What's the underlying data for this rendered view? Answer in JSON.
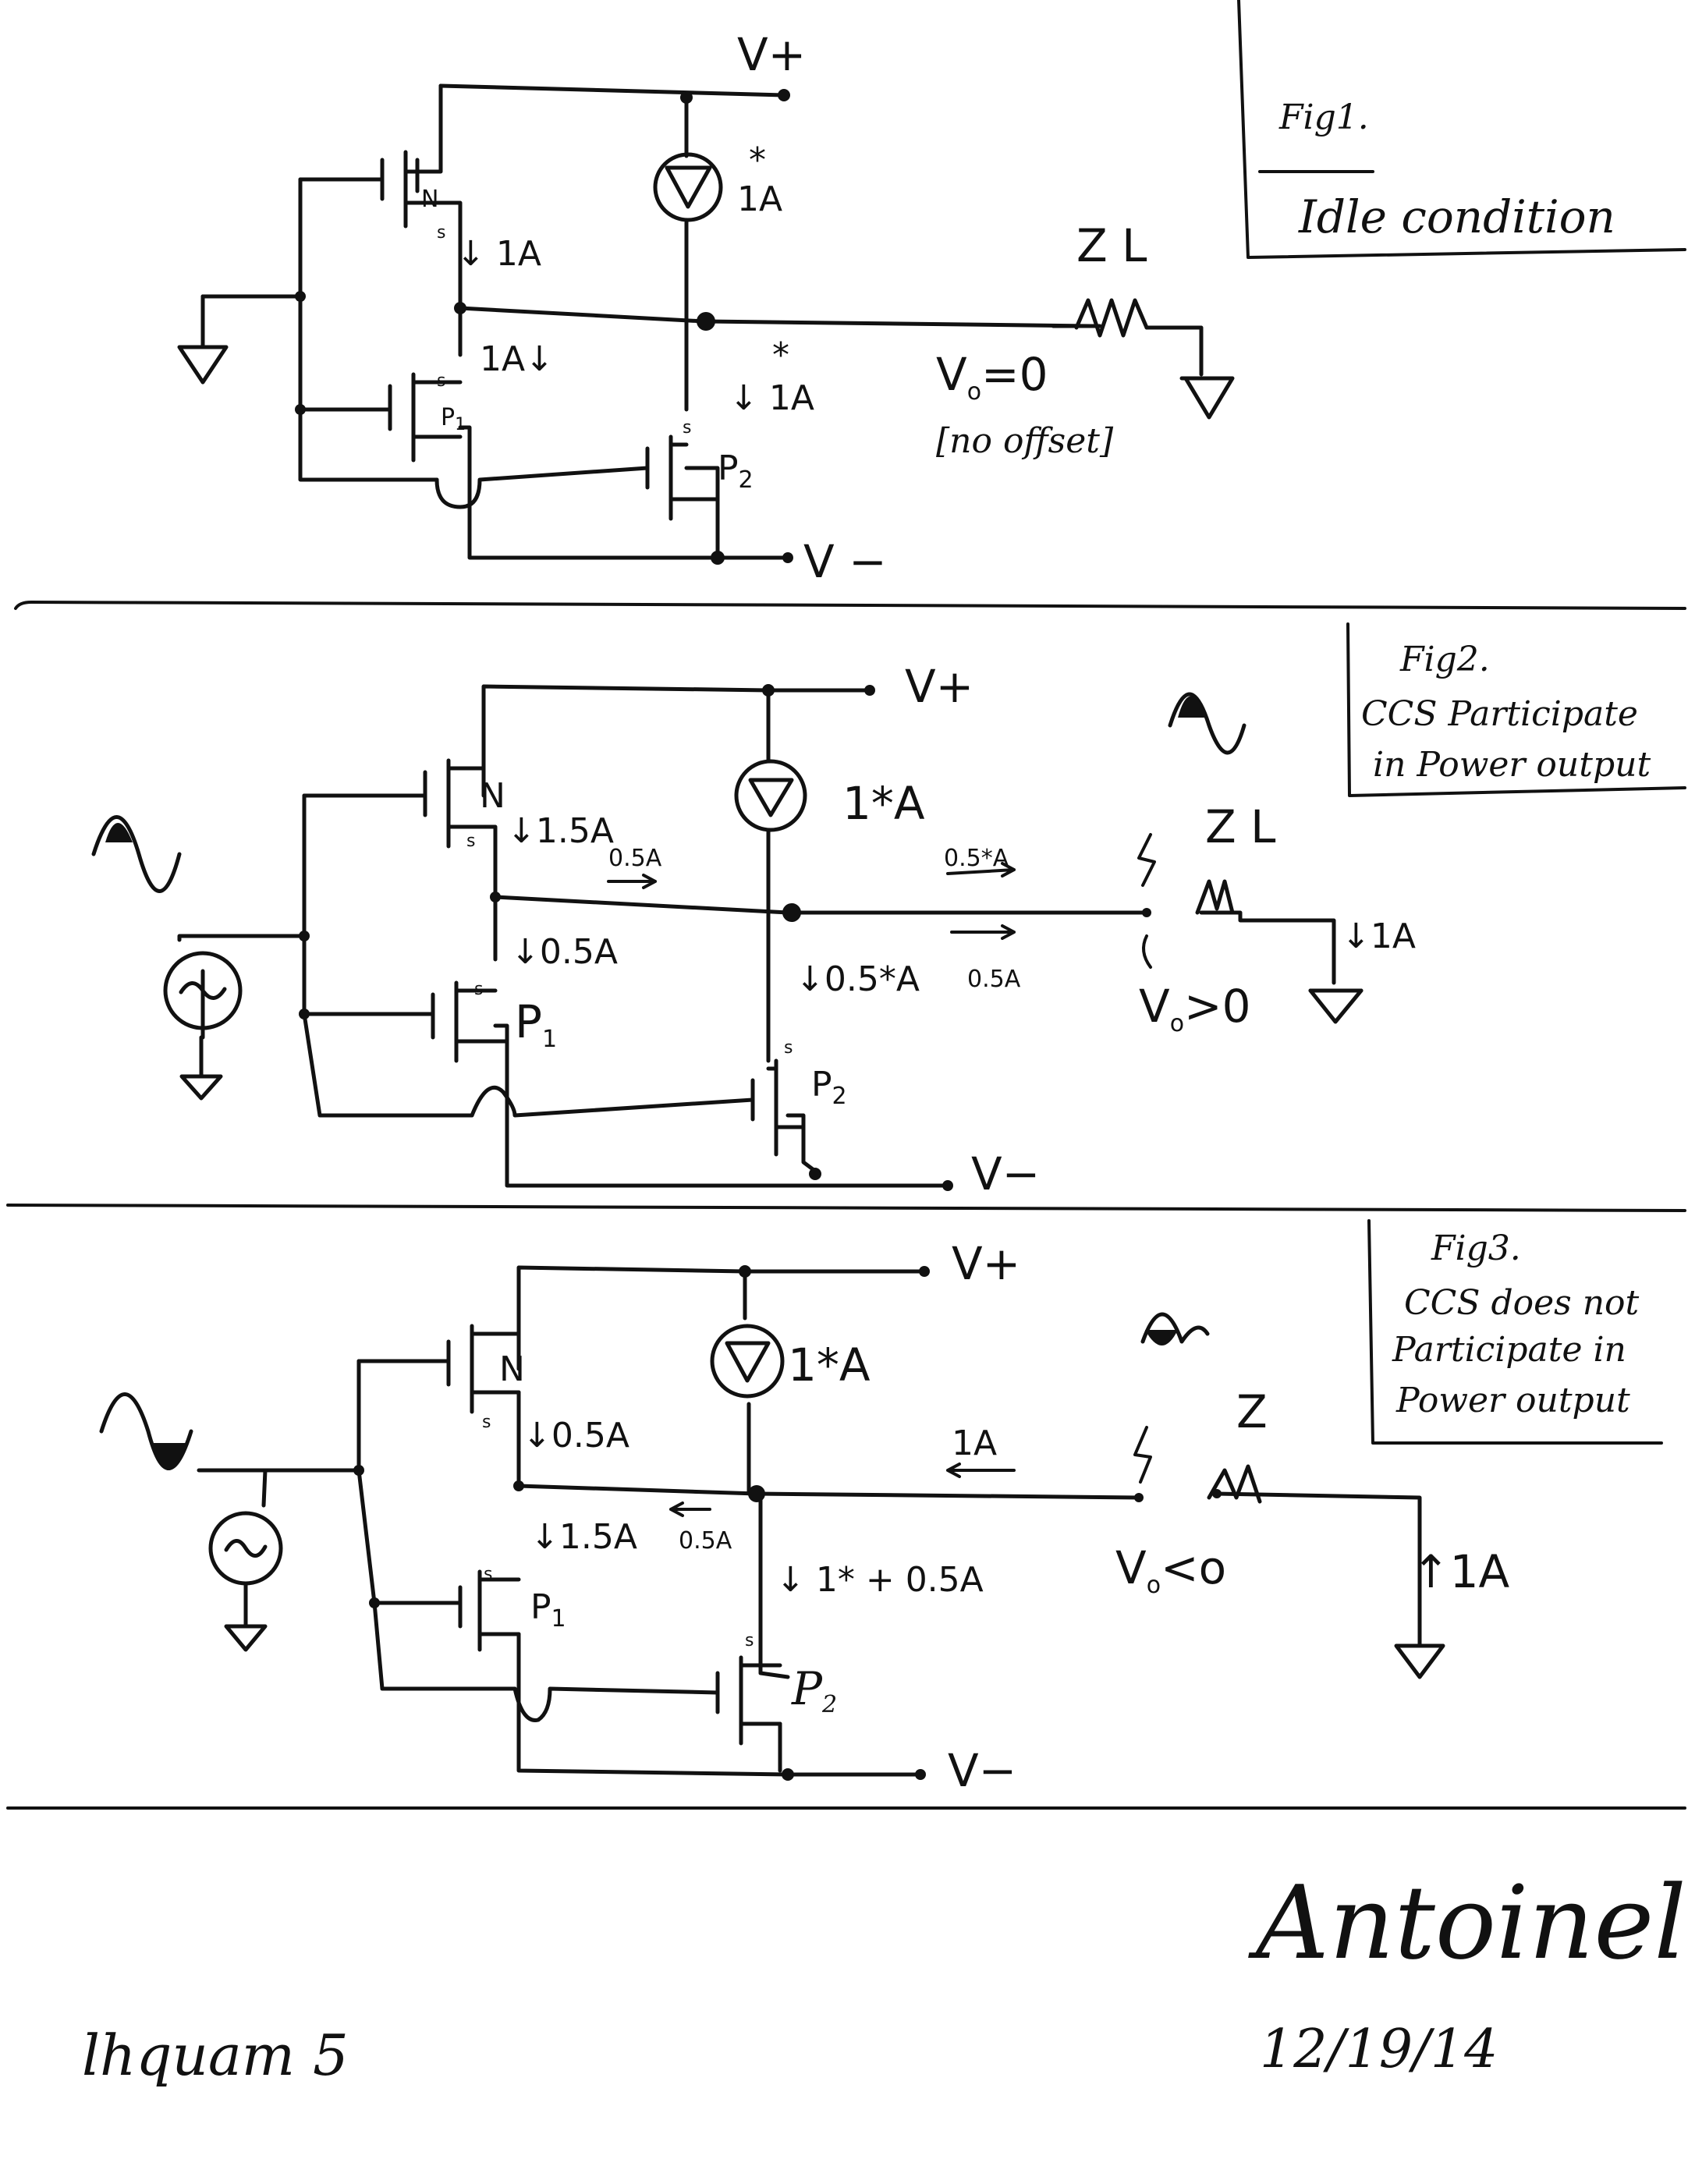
{
  "fig1": {
    "caption": "Fig1.",
    "subtitle": "Idle condition",
    "vplus": "V+",
    "vminus": "V −",
    "ccs_label": "1A",
    "ccs_star": "*",
    "n_label": "N",
    "p1_label": "P",
    "p1_sub": "1",
    "p2_label": "P",
    "p2_sub": "2",
    "s_label": "s",
    "i_n": "↓ 1A",
    "i_p1": "1A↓",
    "i_p2": "↓ 1A",
    "i_p2_star": "*",
    "zl": "Z L",
    "vo_main": "V",
    "vo_sub": "o",
    "vo_rest": "=0",
    "offset": "[no offset]"
  },
  "fig2": {
    "caption": "Fig2.",
    "line1": "CCS Participate",
    "line2": "in Power output",
    "vplus": "V+",
    "vminus": "V−",
    "ccs_label": "1*A",
    "n_label": "N",
    "p1_label": "P",
    "p1_sub": "1",
    "p2_label": "P",
    "p2_sub": "2",
    "s_label": "s",
    "i_n": "↓1.5A",
    "i_p1": "↓0.5A",
    "i_p2": "↓0.5*A",
    "i_mid": "0.5A",
    "i_out_top": "0.5*A",
    "i_out_bot": "0.5A",
    "zl": "Z L",
    "i_load": "↓1A",
    "vo_main": "V",
    "vo_sub": "o",
    "vo_rest": ">0"
  },
  "fig3": {
    "caption": "Fig3.",
    "line1": "CCS does not",
    "line2": "Participate in",
    "line3": "Power output",
    "vplus": "V+",
    "vminus": "V−",
    "ccs_label": "1*A",
    "n_label": "N",
    "p1_label": "P",
    "p1_sub": "1",
    "p2_label": "P",
    "p2_sub": "2",
    "s_label": "s",
    "i_n": "↓0.5A",
    "i_p1": "↓1.5A",
    "i_mid": "0.5A",
    "i_p2": "↓ 1* + 0.5A",
    "i_out": "1A",
    "z": "Z",
    "i_load": "↑1A",
    "vo_main": "V",
    "vo_sub": "o",
    "vo_rest": "<o"
  },
  "footer": {
    "signature": "Antoinel",
    "date": "12/19/14",
    "author": "lhquam 5"
  }
}
